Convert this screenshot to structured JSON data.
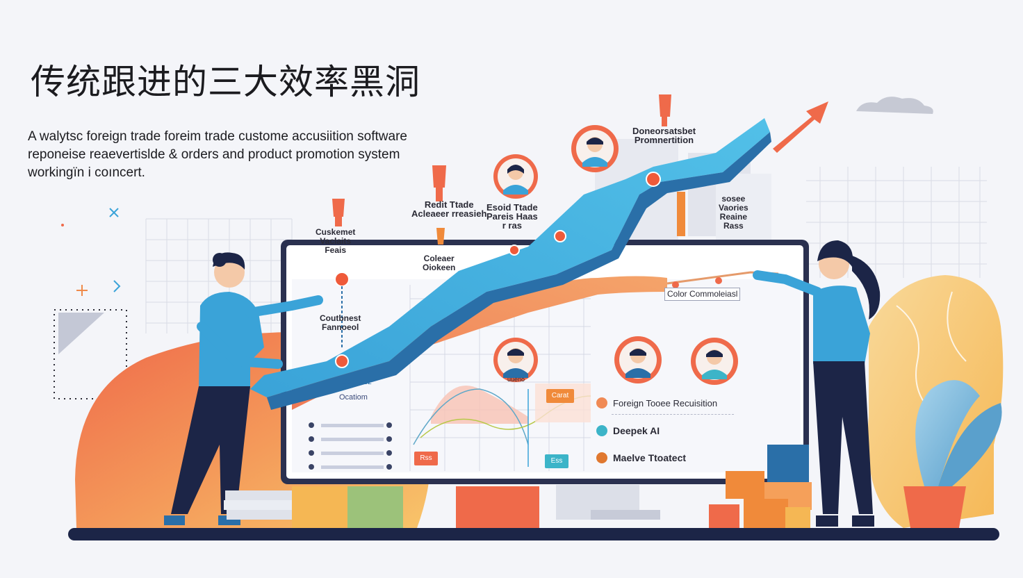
{
  "page": {
    "title": "传统跟进的三大效率黑洞",
    "subtitle_lines": [
      "A walytsc foreign trade foreim trade custome accusiition software",
      "reponeise reaevertislde & orders and product promotion system",
      "workingïn i coıncert."
    ]
  },
  "labels": {
    "customer_values": [
      "Cuskemet",
      "Vaclaits",
      "Feais"
    ],
    "redit_trade": [
      "Redit Ttade",
      "Acleaeer rreasieh"
    ],
    "esoid_trade": [
      "Esoid Ttade",
      "Pareis Haas",
      "r ras"
    ],
    "doneorsatsbet": [
      "Doneorsatsbet",
      "Promnertition"
    ],
    "right_stack": [
      "sosee",
      "Vaories",
      "Reaine",
      "Rass"
    ],
    "collector": [
      "Coleaer",
      "Oiokeen"
    ],
    "customer_fanoel": [
      "Coutbnest",
      "Fannoeol"
    ],
    "color_comm": "Color Commoleiasl",
    "ribbon_a": "Saphcez",
    "ribbon_b": "Ocatiom",
    "chip_a": "Carat",
    "chip_b": "Rss",
    "chip_c": "Ess",
    "avatar_caption": "uueno"
  },
  "legend": [
    {
      "label": "Foreign Tooee Recuisition",
      "color": "#f08a55",
      "icon": "target-icon"
    },
    {
      "label": "Deepek AI",
      "color": "#3cb4c8",
      "icon": "ai-icon"
    },
    {
      "label": "Maelve Ttoatect",
      "color": "#e0782f",
      "icon": "product-icon"
    }
  ],
  "colors": {
    "accent_orange": "#ef6a4a",
    "accent_blue": "#3aa3d8",
    "navy": "#1c2547",
    "yellow": "#f5b754",
    "teal": "#3cb4c8"
  }
}
